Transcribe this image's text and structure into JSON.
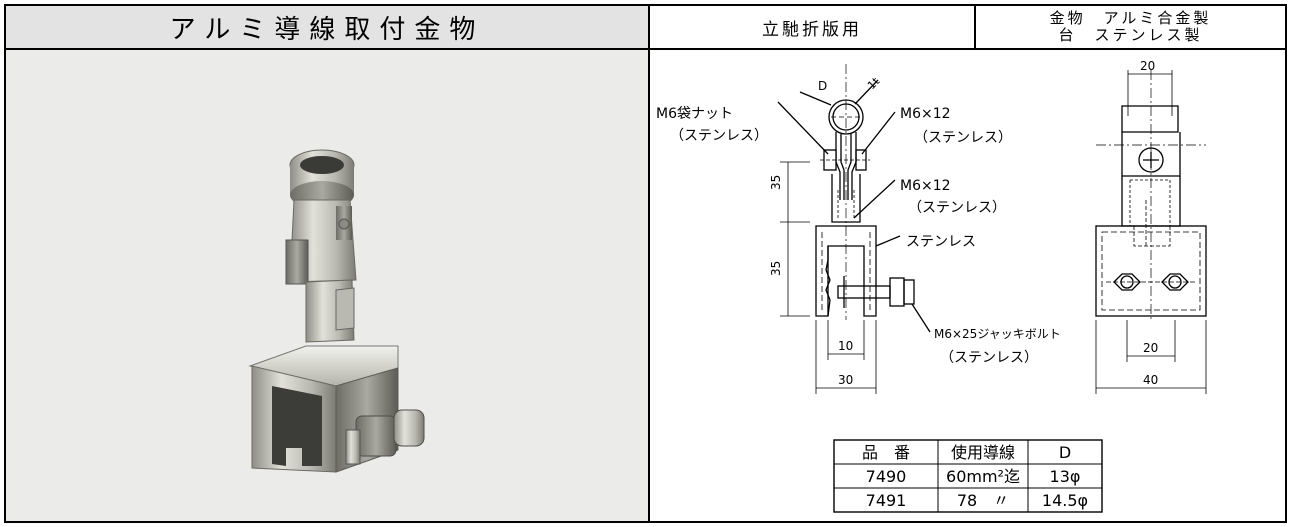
{
  "header": {
    "title": "アルミ導線取付金物",
    "roof_type": "立馳折版用",
    "material_line1": "金物　アルミ合金製",
    "material_line2": "台　ステンレス製"
  },
  "drawing": {
    "dim_D": "D",
    "dim_1t": "1t",
    "nut_label": "M6袋ナット",
    "nut_material": "（ステンレス）",
    "bolt1_label": "M6×12",
    "bolt1_material": "（ステンレス）",
    "bolt2_label": "M6×12",
    "bolt2_material": "（ステンレス）",
    "base_label": "ステンレス",
    "jack_label": "M6×25ジャッキボルト",
    "jack_material": "（ステンレス）",
    "dim_35_upper": "35",
    "dim_35_lower": "35",
    "dim_10": "10",
    "dim_30": "30",
    "dim_20_top": "20",
    "dim_20_bottom": "20",
    "dim_40": "40"
  },
  "table": {
    "headers": [
      "品　番",
      "使用導線",
      "D"
    ],
    "rows": [
      [
        "7490",
        "60mm²迄",
        "13φ"
      ],
      [
        "7491",
        "78　〃",
        "14.5φ"
      ]
    ]
  }
}
